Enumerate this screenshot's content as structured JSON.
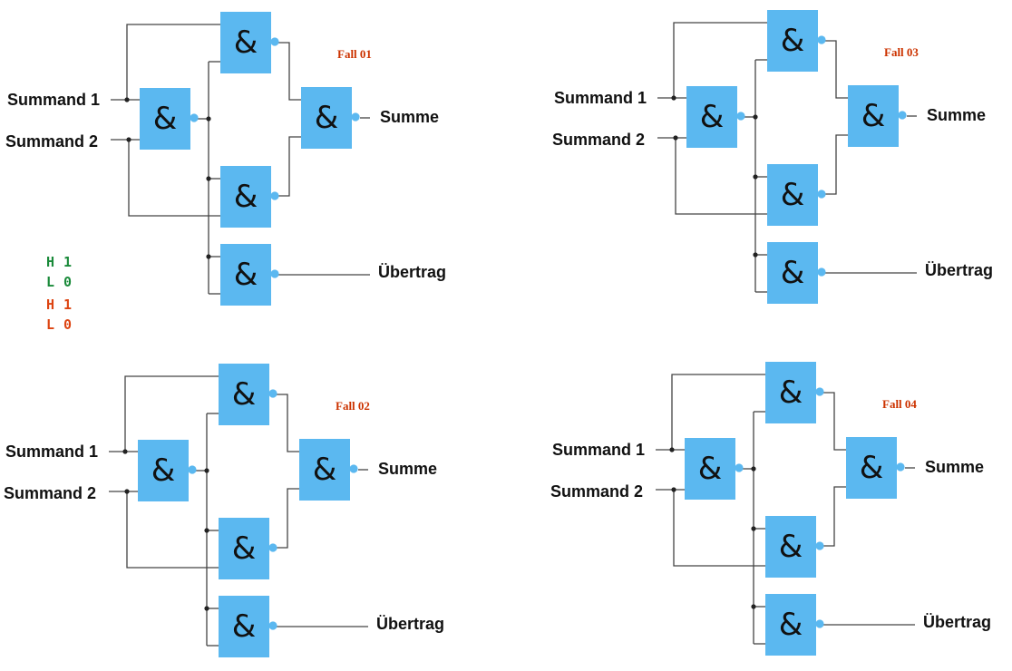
{
  "gate_symbol": "&",
  "labels": {
    "input_a": "Summand 1",
    "input_b": "Summand 2",
    "sum": "Summe",
    "carry": "Übertrag"
  },
  "cases": [
    {
      "title": "Fall 01"
    },
    {
      "title": "Fall 03"
    },
    {
      "title": "Fall 02"
    },
    {
      "title": "Fall 04"
    }
  ],
  "legend_green": [
    {
      "level": "H",
      "value": "1"
    },
    {
      "level": "L",
      "value": "0"
    }
  ],
  "legend_red": [
    {
      "level": "H",
      "value": "1"
    },
    {
      "level": "L",
      "value": "0"
    }
  ],
  "colors": {
    "gate_fill": "#5bb8f0",
    "inversion_dot": "#5bb8f0",
    "wire": "#444444",
    "junction": "#222222",
    "case_title": "#cc3300",
    "legend_green": "#1a8a3a",
    "legend_red": "#dd4411"
  }
}
